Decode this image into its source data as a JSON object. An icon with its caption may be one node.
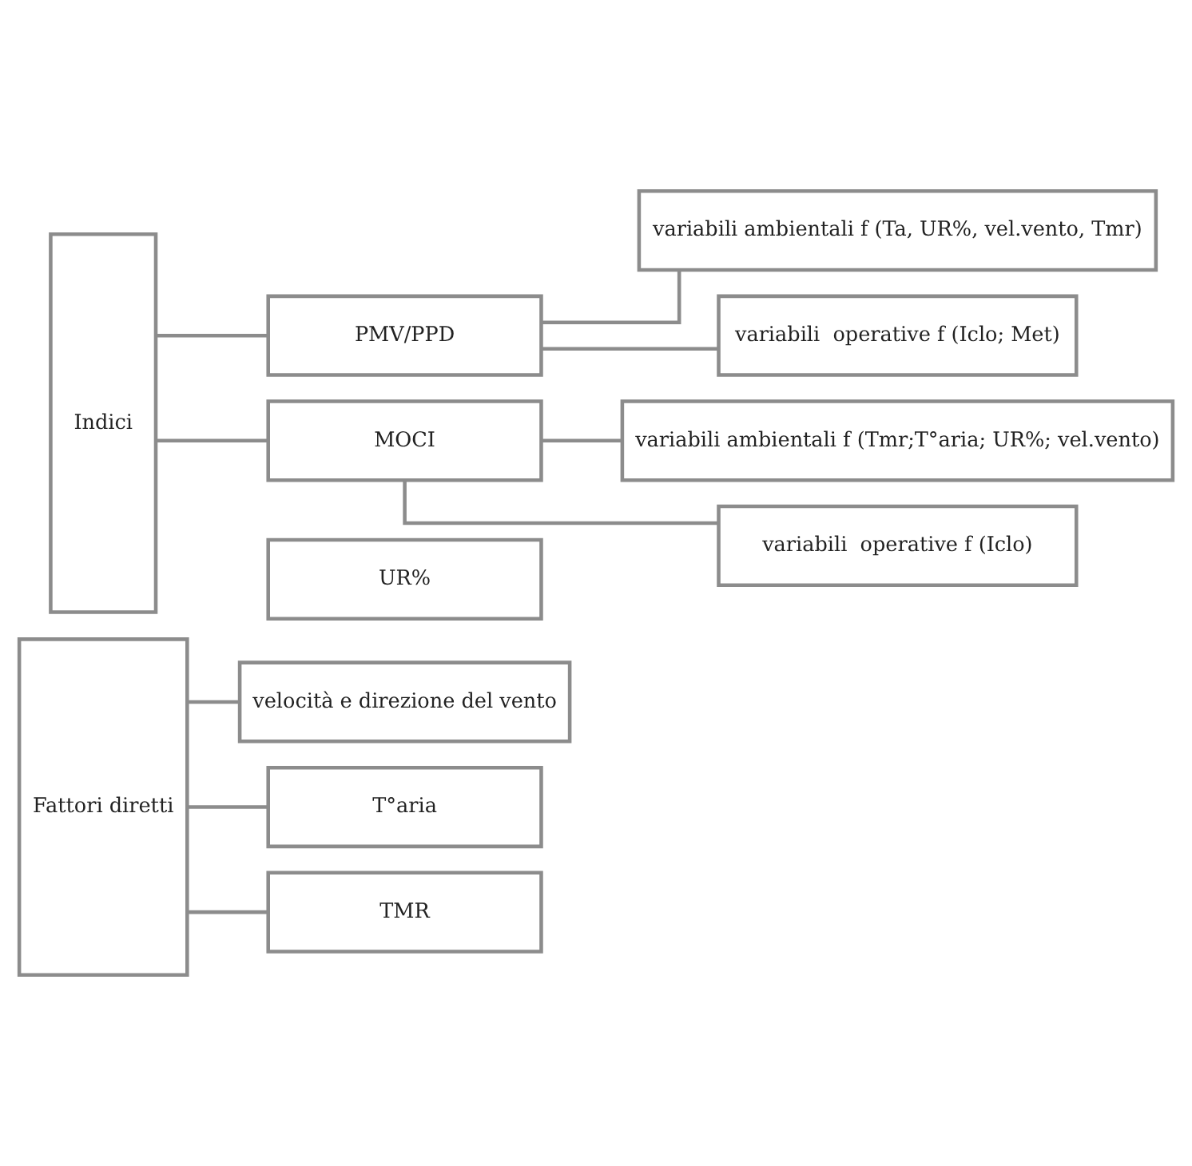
{
  "diagram": {
    "nodes": [
      {
        "text": [
          "Fattori diretti"
        ]
      },
      {
        "text": [
          "velocità e direzione del vento"
        ]
      },
      {
        "text": [
          "T°aria"
        ]
      },
      {
        "text": [
          "TMR"
        ]
      },
      {
        "text": [
          "UR%"
        ]
      },
      {
        "text": [
          "Indici"
        ]
      },
      {
        "text": [
          "PMV/PPD"
        ]
      },
      {
        "text": [
          "variabili ambientali f (Ta, UR%, vel.vento, Tmr)"
        ]
      },
      {
        "text": [
          "variabili  operative f (Iclo; Met)"
        ]
      },
      {
        "text": [
          "MOCI"
        ]
      },
      {
        "text": [
          "variabili ambientali f (Tmr;T°aria; UR%; vel.vento)"
        ]
      },
      {
        "text": [
          "variabili  operative f (Iclo)"
        ]
      }
    ],
    "edges": [
      {
        "from": 0,
        "to": 1,
        "arrow": "none"
      },
      {
        "from": 0,
        "to": 2,
        "arrow": "none"
      },
      {
        "from": 0,
        "to": 3,
        "arrow": "none"
      },
      {
        "from": 5,
        "to": 6,
        "arrow": "none"
      },
      {
        "from": 5,
        "to": 9,
        "arrow": "none"
      },
      {
        "from": 6,
        "to": 7,
        "arrow": "none"
      },
      {
        "from": 6,
        "to": 8,
        "arrow": "none"
      },
      {
        "from": 9,
        "to": 10,
        "arrow": "none"
      },
      {
        "from": 9,
        "to": 11,
        "arrow": "none"
      }
    ]
  }
}
